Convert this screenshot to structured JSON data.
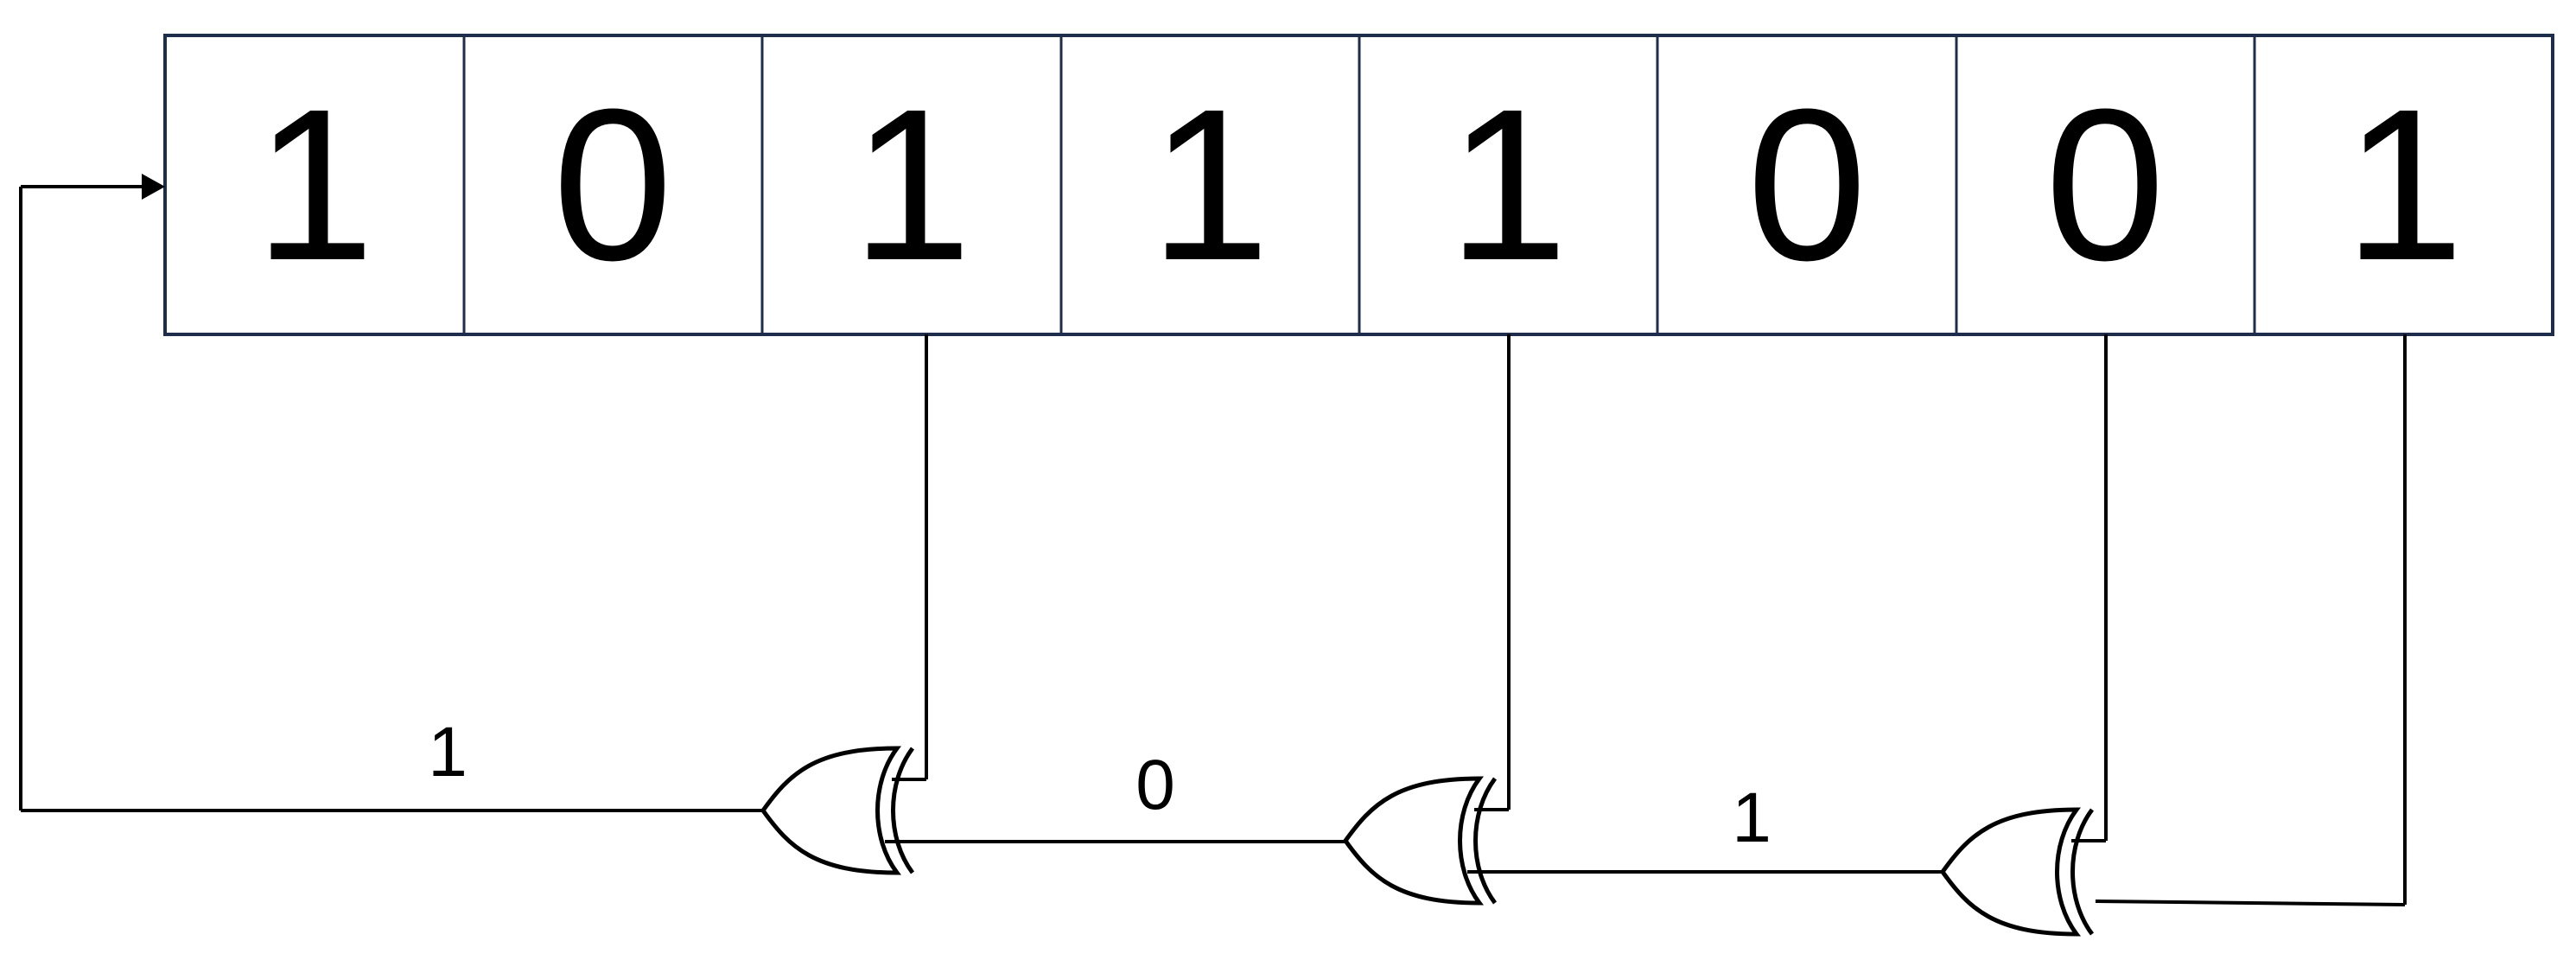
{
  "register": {
    "bits": [
      "1",
      "0",
      "1",
      "1",
      "1",
      "0",
      "0",
      "1"
    ],
    "border_color": "#1f2d4d"
  },
  "feedback_labels": [
    "1",
    "0",
    "1"
  ],
  "gates": [
    {
      "type": "xor"
    },
    {
      "type": "xor"
    },
    {
      "type": "xor"
    }
  ],
  "colors": {
    "line": "#000000",
    "background": "#ffffff"
  }
}
